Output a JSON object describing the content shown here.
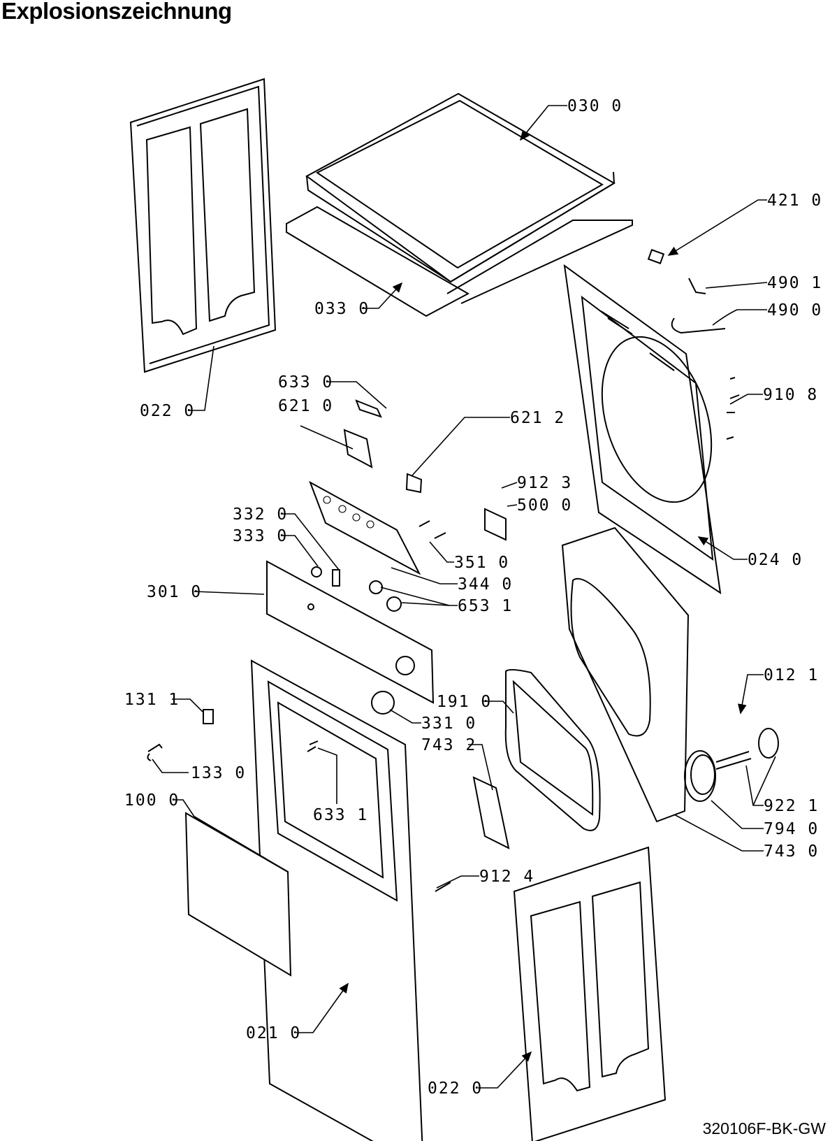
{
  "title": "Explosionszeichnung",
  "document_code": "320106F-BK-GW",
  "callouts": [
    "030 0",
    "421 0",
    "490 1",
    "490 0",
    "033 0",
    "022 0",
    "633 0",
    "621 0",
    "621 2",
    "910 8",
    "912 3",
    "500 0",
    "332 0",
    "333 0",
    "351 0",
    "024 0",
    "344 0",
    "301 0",
    "653 1",
    "012 1",
    "131 1",
    "191 0",
    "331 0",
    "743 2",
    "133 0",
    "922 1",
    "100 0",
    "633 1",
    "794 0",
    "743 0",
    "912 4",
    "021 0",
    "022 0"
  ]
}
